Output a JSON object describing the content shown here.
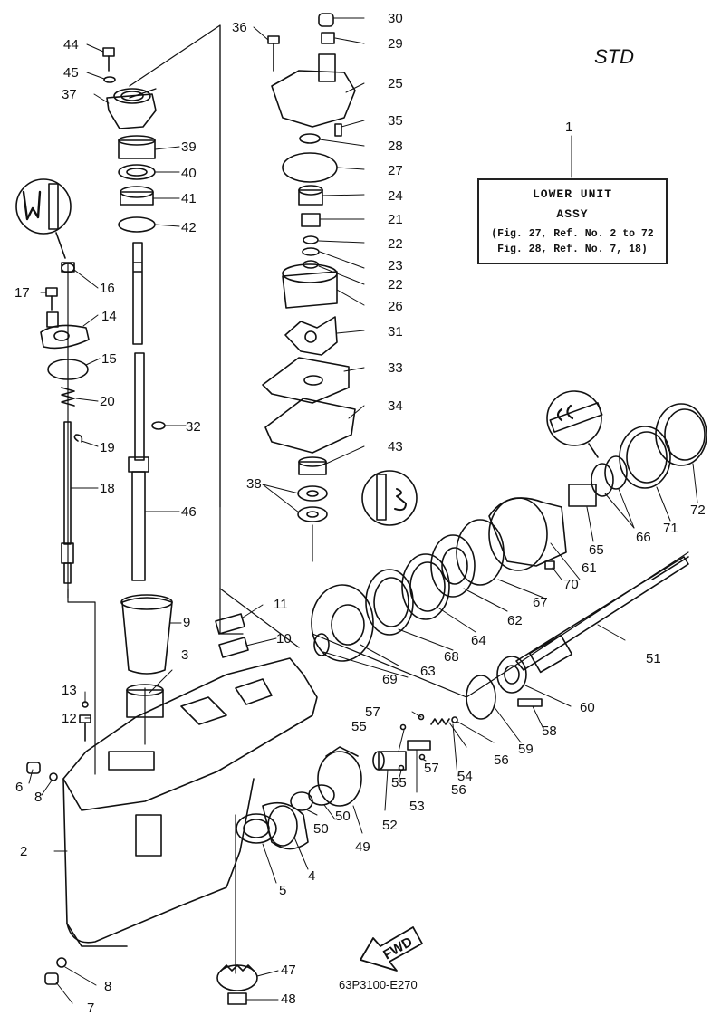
{
  "header": {
    "standard_label": "STD"
  },
  "assembly_box": {
    "ref": "1",
    "line1": "LOWER UNIT",
    "line2": "ASSY",
    "line3": "(Fig. 27, Ref. No. 2 to 72",
    "line4": "Fig. 28, Ref. No. 7, 18)"
  },
  "fwd_label": "FWD",
  "drawing_code": "63P3100-E270",
  "callouts": [
    "1",
    "2",
    "3",
    "4",
    "5",
    "6",
    "7",
    "8",
    "9",
    "10",
    "11",
    "12",
    "13",
    "14",
    "15",
    "16",
    "17",
    "18",
    "19",
    "20",
    "21",
    "22",
    "23",
    "24",
    "25",
    "26",
    "27",
    "28",
    "29",
    "30",
    "31",
    "32",
    "33",
    "34",
    "35",
    "36",
    "37",
    "38",
    "39",
    "40",
    "41",
    "42",
    "43",
    "44",
    "45",
    "46",
    "47",
    "48",
    "49",
    "50",
    "51",
    "52",
    "53",
    "54",
    "55",
    "56",
    "57",
    "58",
    "59",
    "60",
    "61",
    "62",
    "63",
    "64",
    "65",
    "66",
    "67",
    "68",
    "69",
    "70",
    "71",
    "72"
  ]
}
